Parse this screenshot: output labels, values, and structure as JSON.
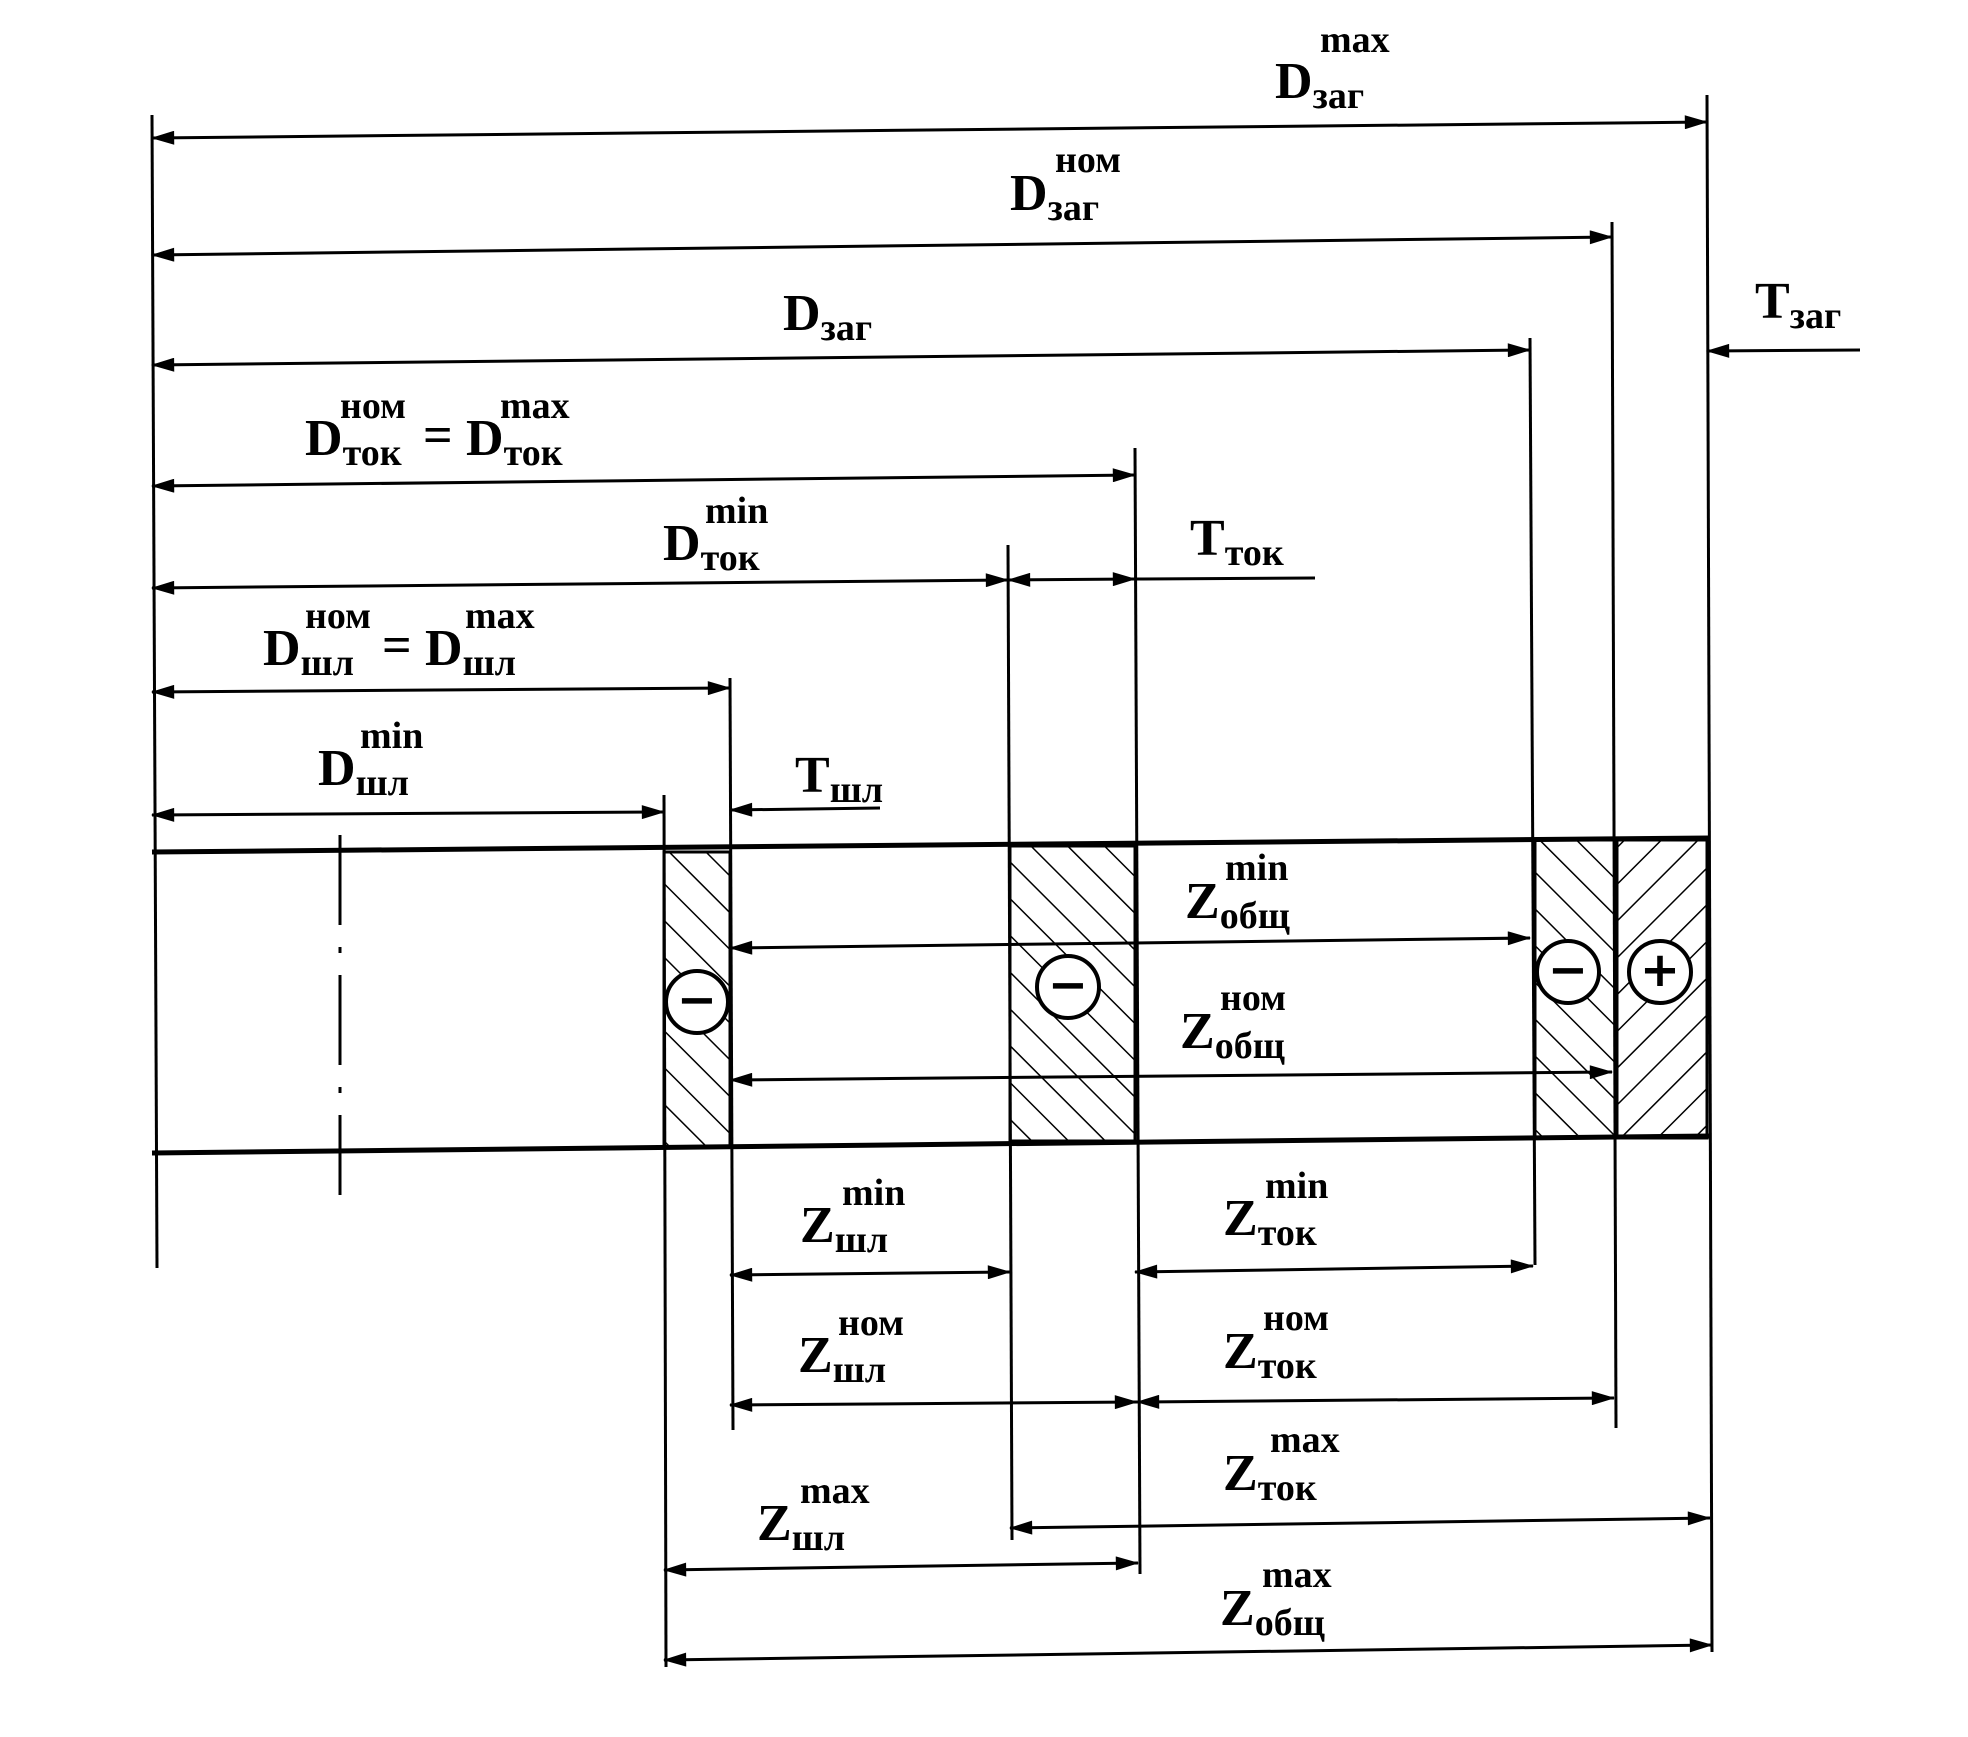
{
  "diagram": {
    "colors": {
      "ink": "#000000",
      "paper": "#ffffff"
    },
    "labels": {
      "d_zag_max": {
        "main": "D",
        "sub": "заг",
        "sup": "max"
      },
      "d_zag_nom": {
        "main": "D",
        "sub": "заг",
        "sup": "ном"
      },
      "d_zag": {
        "main": "D",
        "sub": "заг",
        "sup": ""
      },
      "t_zag": {
        "main": "T",
        "sub": "заг",
        "sup": ""
      },
      "d_tok_nom": {
        "main": "D",
        "sub": "ток",
        "sup": "ном"
      },
      "eq_tok": "=",
      "d_tok_max": {
        "main": "D",
        "sub": "ток",
        "sup": "max"
      },
      "d_tok_min": {
        "main": "D",
        "sub": "ток",
        "sup": "min"
      },
      "t_tok": {
        "main": "T",
        "sub": "ток",
        "sup": ""
      },
      "d_shl_nom": {
        "main": "D",
        "sub": "шл",
        "sup": "ном"
      },
      "eq_shl": "=",
      "d_shl_max": {
        "main": "D",
        "sub": "шл",
        "sup": "max"
      },
      "d_shl_min": {
        "main": "D",
        "sub": "шл",
        "sup": "min"
      },
      "t_shl": {
        "main": "T",
        "sub": "шл",
        "sup": ""
      },
      "z_obsh_min": {
        "main": "Z",
        "sub": "общ",
        "sup": "min"
      },
      "z_obsh_nom": {
        "main": "Z",
        "sub": "общ",
        "sup": "ном"
      },
      "z_obsh_max": {
        "main": "Z",
        "sub": "общ",
        "sup": "max"
      },
      "z_shl_min": {
        "main": "Z",
        "sub": "шл",
        "sup": "min"
      },
      "z_shl_nom": {
        "main": "Z",
        "sub": "шл",
        "sup": "ном"
      },
      "z_shl_max": {
        "main": "Z",
        "sub": "шл",
        "sup": "max"
      },
      "z_tok_min": {
        "main": "Z",
        "sub": "ток",
        "sup": "min"
      },
      "z_tok_nom": {
        "main": "Z",
        "sub": "ток",
        "sup": "ном"
      },
      "z_tok_max": {
        "main": "Z",
        "sub": "ток",
        "sup": "max"
      }
    },
    "zone_signs": {
      "shl": "−",
      "tok": "−",
      "zag_lower": "−",
      "zag_upper": "+"
    }
  }
}
